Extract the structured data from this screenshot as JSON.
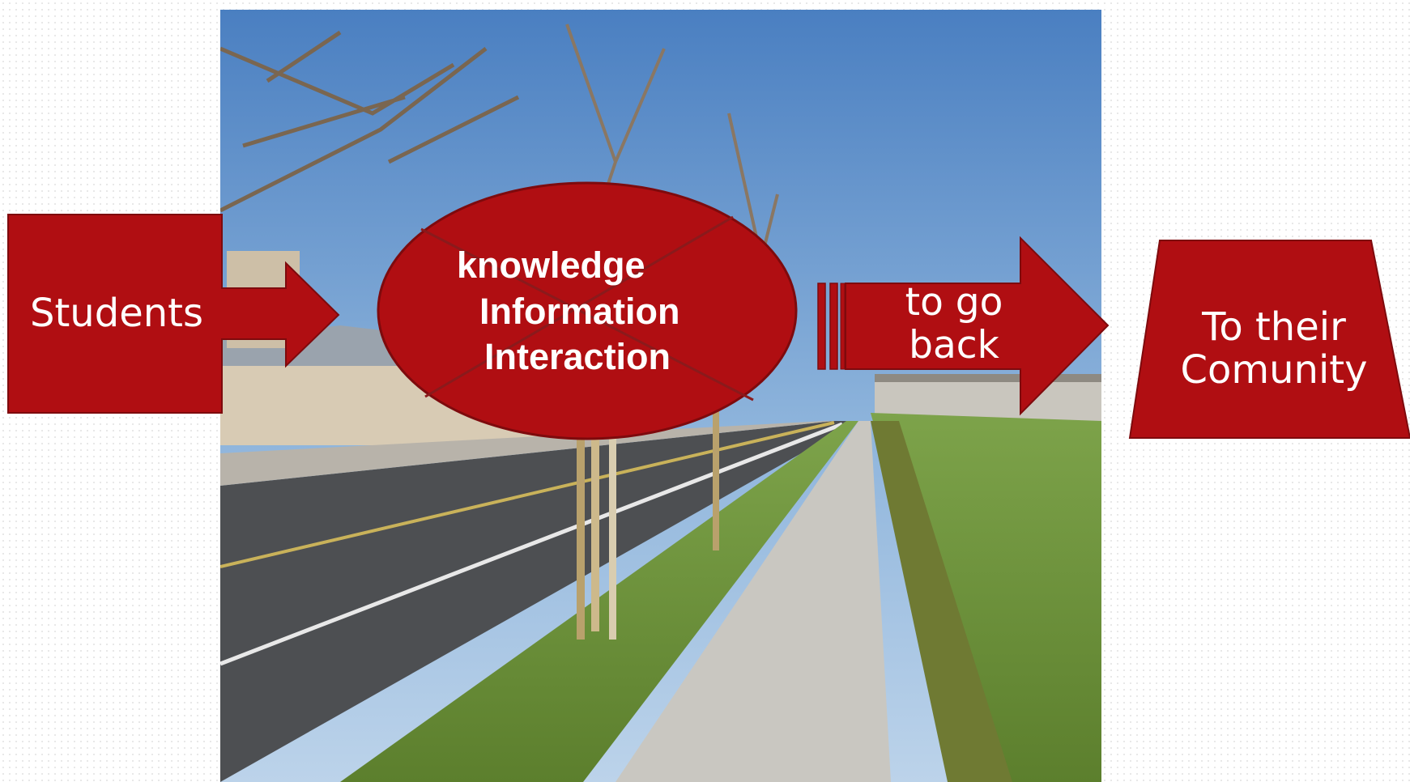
{
  "colors": {
    "primary": "#b00e12",
    "dark": "#7e0a0d",
    "line": "#9a2a2c"
  },
  "steps": {
    "students": "Students",
    "knowledge": "knowledge",
    "information": "Information",
    "interaction": "Interaction",
    "goback_line1": "to go",
    "goback_line2": "back",
    "community_line1": "To their",
    "community_line2": "Comunity"
  }
}
